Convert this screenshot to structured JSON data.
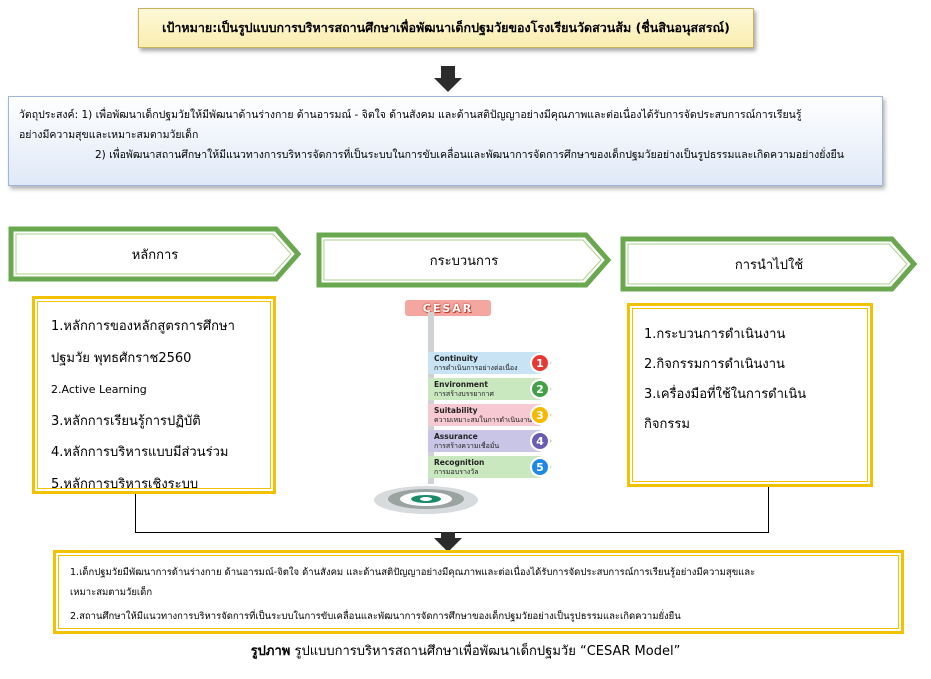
{
  "goal": "เป้าหมาย:เป็นรูปแบบการบริหารสถานศึกษาเพื่อพัฒนาเด็กปฐมวัยของโรงเรียนวัดสวนส้ม (ชื่นสินอนุสสรณ์)",
  "objective": {
    "line1": "วัตถุประสงค์: 1) เพื่อพัฒนาเด็กปฐมวัยให้มีพัฒนาด้านร่างกาย ด้านอารมณ์ - จิตใจ ด้านสังคม และด้านสติปัญญาอย่างมีคุณภาพและต่อเนื่องได้รับการจัดประสบการณ์การเรียนรู้",
    "line2": "อย่างมีความสุขและเหมาะสมตามวัยเด็ก",
    "line3": "2) เพื่อพัฒนาสถานศึกษาให้มีแนวทางการบริหารจัดการที่เป็นระบบในการขับเคลื่อนและพัฒนาการจัดการศึกษาของเด็กปฐมวัยอย่างเป็นรูปธรรมและเกิดความอย่างยั่งยืน"
  },
  "stages": [
    "หลักการ",
    "กระบวนการ",
    "การนำไปใช้"
  ],
  "principles": [
    "1.หลักการของหลักสูตรการศึกษา",
    "ปฐมวัย พุทธศักราช2560",
    "2.Active Learning",
    "3.หลักการเรียนรู้การปฏิบัติ",
    "4.หลักการบริหารแบบมีส่วนร่วม",
    "5.หลักการบริหารเชิงระบบ"
  ],
  "application": [
    "1.กระบวนการดำเนินงาน",
    "2.กิจกรรมการดำเนินงาน",
    "3.เครื่องมือที่ใช้ในการดำเนิน",
    "กิจกรรม"
  ],
  "cesar": {
    "logo": "CESAR",
    "steps": [
      {
        "num": "1",
        "en": "Continuity",
        "th": "การดำเนินการอย่างต่อเนื่อง",
        "band": "#c7e3f4",
        "circle": "#e53935"
      },
      {
        "num": "2",
        "en": "Environment",
        "th": "การสร้างบรรยากาศ",
        "band": "#c9e8c0",
        "circle": "#43a047"
      },
      {
        "num": "3",
        "en": "Suitability",
        "th": "ความเหมาะสมในการดำเนินงาน",
        "band": "#f6c9d3",
        "circle": "#f6b800"
      },
      {
        "num": "4",
        "en": "Assurance",
        "th": "การสร้างความเชื่อมั่น",
        "band": "#c8c5e6",
        "circle": "#6a5bb5"
      },
      {
        "num": "5",
        "en": "Recognition",
        "th": "การมอบรางวัล",
        "band": "#c9e8c0",
        "circle": "#1e88e5"
      }
    ]
  },
  "outcome": {
    "line1": "1.เด็กปฐมวัยมีพัฒนาการด้านร่างกาย ด้านอารมณ์-จิตใจ ด้านสังคม และด้านสติปัญญาอย่างมีคุณภาพและต่อเนื่องได้รับการจัดประสบการณ์การเรียนรู้อย่างมีความสุขและ",
    "line2": "เหมาะสมตามวัยเด็ก",
    "line3": "2.สถานศึกษาให้มีแนวทางการบริหารจัดการที่เป็นระบบในการขับเคลื่อนและพัฒนาการจัดการศึกษาของเด็กปฐมวัยอย่างเป็นรูปธรรมและเกิดความยั่งยืน"
  },
  "caption": {
    "bold": "รูปภาพ",
    "text": " รูปแบบการบริหารสถานศึกษาเพื่อพัฒนาเด็กปฐมวัย “CESAR Model”"
  },
  "colors": {
    "chevron_border": "#6aa84f",
    "box_border": "#f2c200",
    "arrow": "#2b2b2b"
  }
}
